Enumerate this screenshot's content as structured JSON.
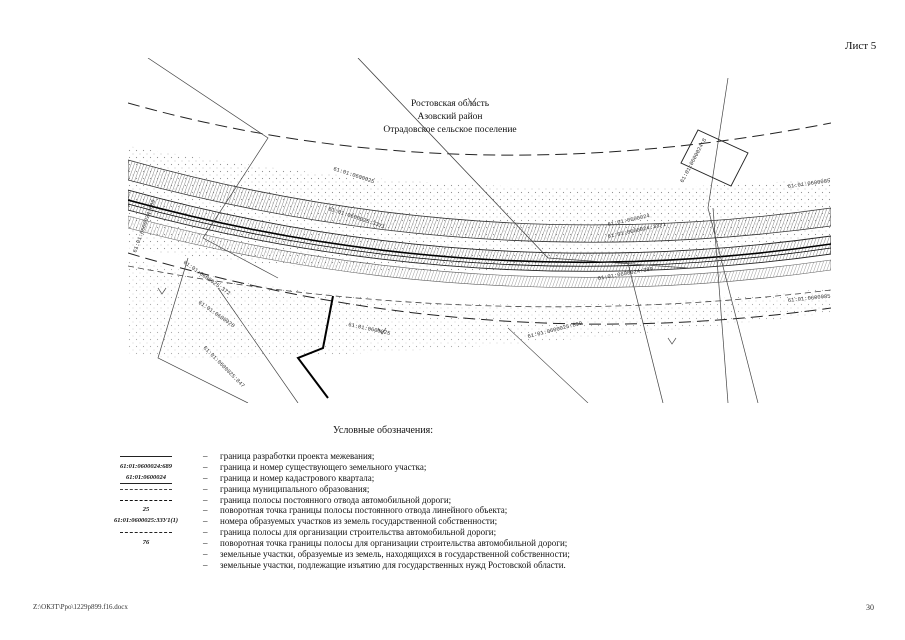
{
  "sheet_label": "Лист 5",
  "map": {
    "caption_lines": [
      "Ростовская область",
      "Азовский район",
      "Отрадовское сельское поселение"
    ],
    "parcel_labels": [
      "61:01:0600025",
      "61:01:0600025:3ЗУ1",
      "61:01:0600024:3ЗУ1",
      "61:01:0600024",
      "61:01:0600024:389",
      "61:01:0600085",
      "61:01:0600085",
      "61:01:0600025:899",
      "61:01:0600025",
      "61:01:0600024:8",
      "61:01:0600025:372",
      "61:01:0600025:847",
      "61:01:0600026",
      "61:01:0600024:689"
    ]
  },
  "legend": {
    "title": "Условные обозначения:",
    "items": [
      {
        "symbol_text": "",
        "line_style": "solid",
        "text": "граница разработки проекта межевания;"
      },
      {
        "symbol_text": "61:01:0600024:689",
        "line_style": "none",
        "text": "граница и номер существующего земельного участка;"
      },
      {
        "symbol_text": "61:01:0600024",
        "line_style": "solid",
        "text": "граница и номер кадастрового квартала;"
      },
      {
        "symbol_text": "",
        "line_style": "dashdot",
        "text": "граница муниципального образования;"
      },
      {
        "symbol_text": "",
        "line_style": "longdash",
        "text": "граница полосы постоянного отвода автомобильной дороги;"
      },
      {
        "symbol_text": "25",
        "line_style": "none",
        "text": "поворотная точка границы полосы постоянного отвода линейного объекта;"
      },
      {
        "symbol_text": "61:01:0600025:3ЗУ1(1)",
        "line_style": "none",
        "text": "номера образуемых участков из земель государственной собственности;"
      },
      {
        "symbol_text": "",
        "line_style": "dashed",
        "text": "граница полосы для организации строительства автомобильной дороги;"
      },
      {
        "symbol_text": "76",
        "line_style": "none",
        "text": "поворотная точка границы полосы для организации строительства автомобильной дороги;"
      },
      {
        "symbol_text": "",
        "line_style": "none",
        "text": "земельные участки, образуемые из земель, находящихся в государственной собственности;"
      },
      {
        "symbol_text": "",
        "line_style": "none",
        "text": "земельные участки, подлежащие изъятию для государственных нужд Ростовской области."
      }
    ],
    "dash": "–"
  },
  "footer": {
    "path": "Z:\\ОКЗТ\\Ppo\\1229p899.f16.docx",
    "page_number": "30"
  }
}
